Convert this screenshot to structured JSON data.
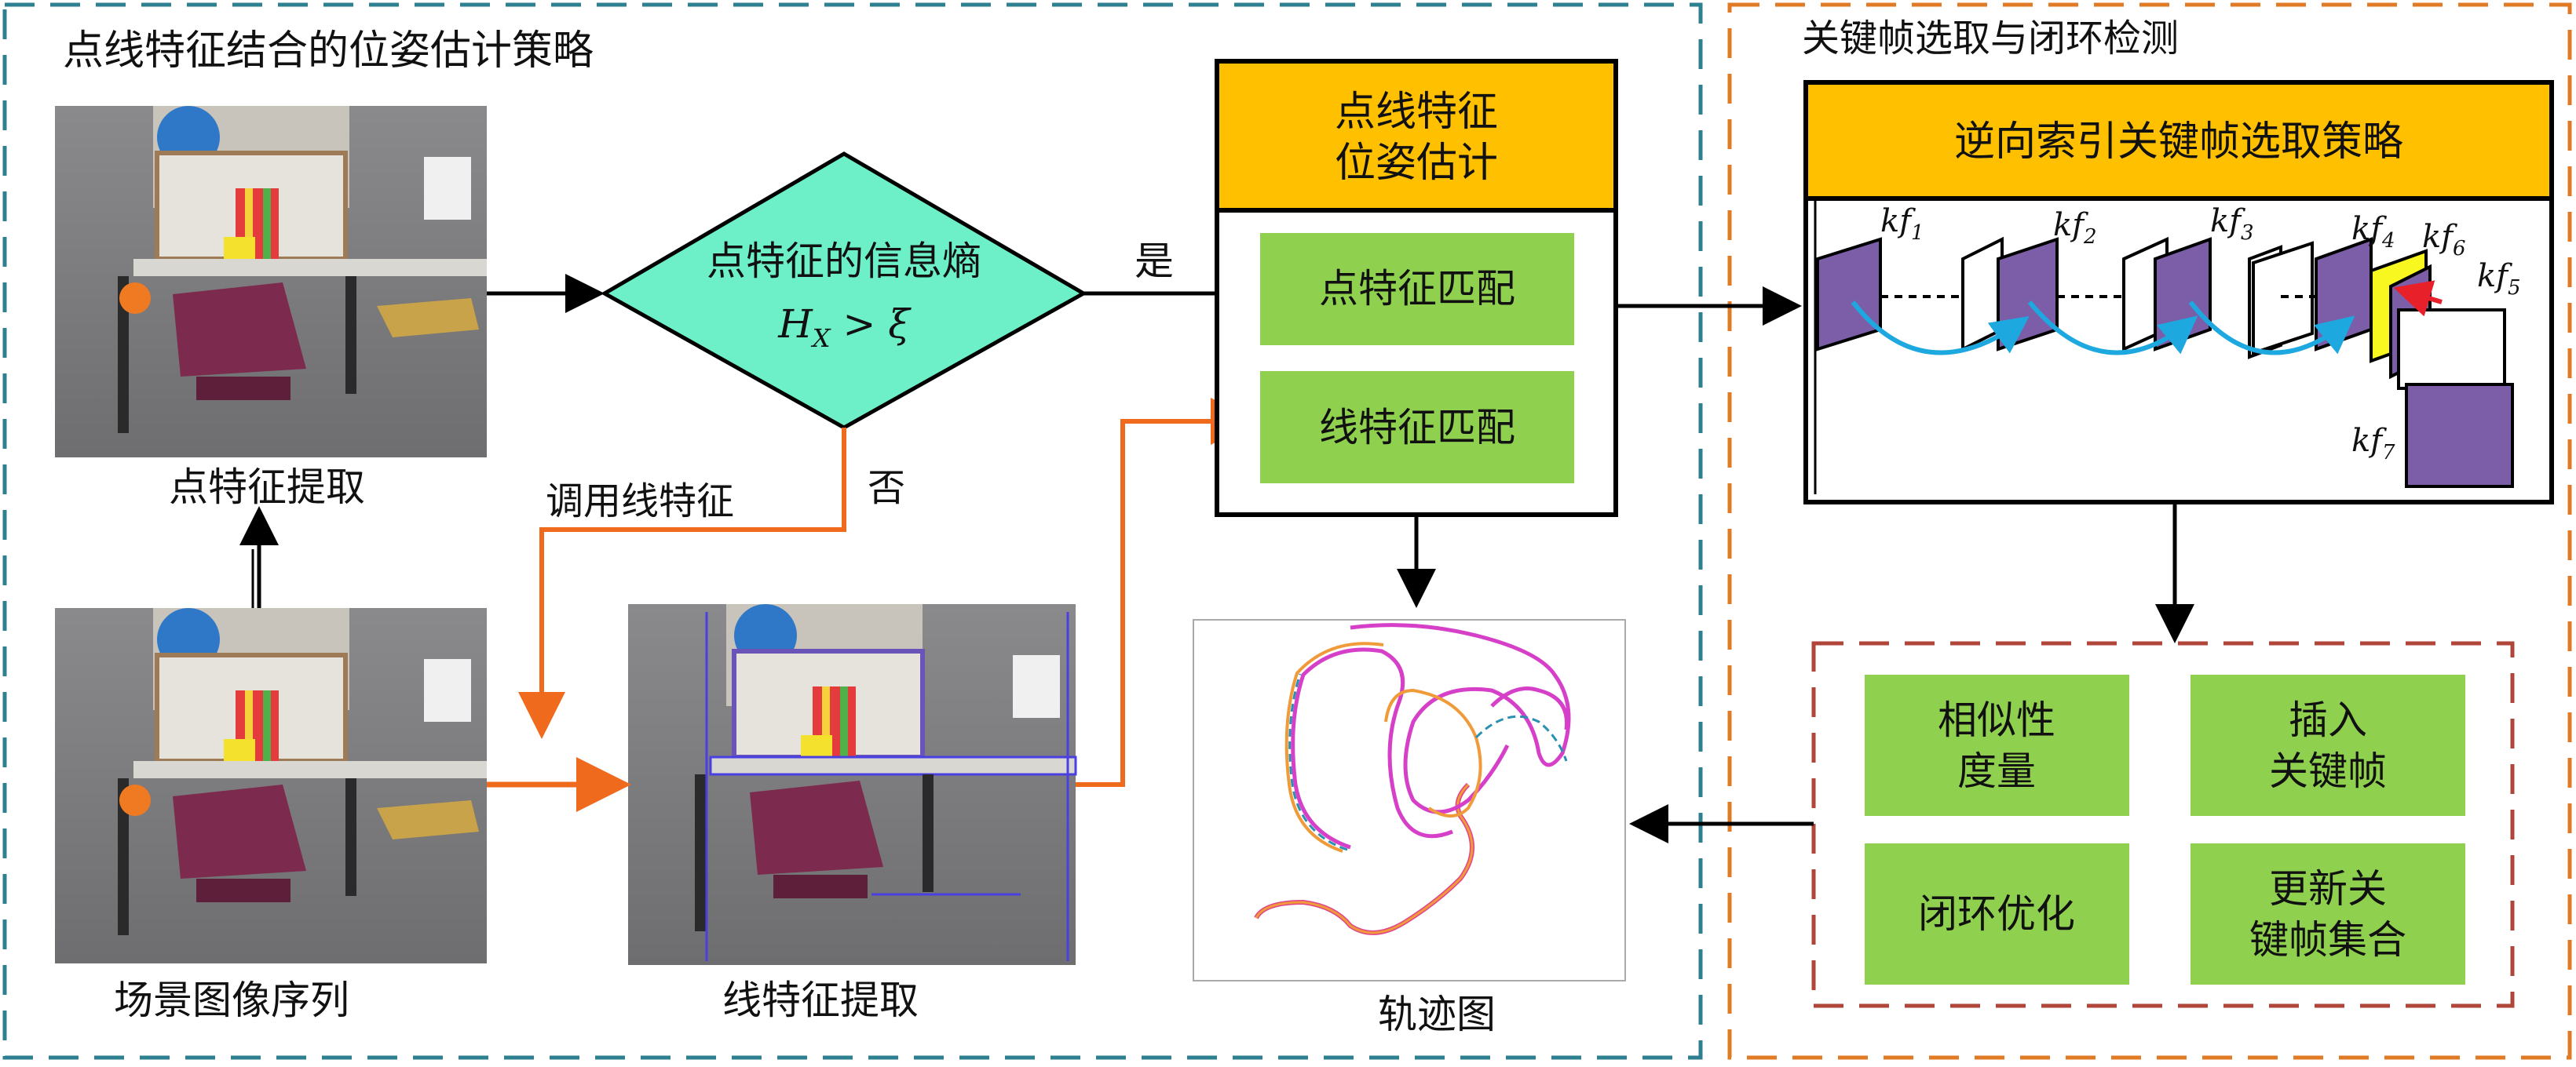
{
  "sections": {
    "left_title": "点线特征结合的位姿估计策略",
    "right_title": "关键帧选取与闭环检测"
  },
  "images": {
    "point_extraction": "点特征提取",
    "scene_sequence": "场景图像序列",
    "line_extraction": "线特征提取"
  },
  "decision": {
    "line1": "点特征的信息熵",
    "formula_H": "H",
    "formula_sub": "X",
    "formula_rest": " > ξ",
    "yes": "是",
    "no": "否",
    "call_line": "调用线特征"
  },
  "pose_box": {
    "title_line1": "点线特征",
    "title_line2": "位姿估计",
    "point_match": "点特征匹配",
    "line_match": "线特征匹配"
  },
  "keyframe": {
    "strategy_title": "逆向索引关键帧选取策略",
    "labels": [
      "kf1",
      "kf2",
      "kf3",
      "kf4",
      "kf6",
      "kf5",
      "kf7"
    ],
    "label_bases": [
      "kf",
      "kf",
      "kf",
      "kf",
      "kf",
      "kf",
      "kf"
    ],
    "label_subs": [
      "1",
      "2",
      "3",
      "4",
      "6",
      "5",
      "7"
    ]
  },
  "loop": {
    "similarity_l1": "相似性",
    "similarity_l2": "度量",
    "insert_l1": "插入",
    "insert_l2": "关键帧",
    "optimize": "闭环优化",
    "update_l1": "更新关",
    "update_l2": "键帧集合"
  },
  "trajectory": {
    "label": "轨迹图"
  },
  "colors": {
    "teal_dashed": "#2e7f8f",
    "orange_dashed": "#e07a24",
    "red_dashed": "#b0463a",
    "decision_fill": "#6df0c8",
    "yellow_header": "#ffc000",
    "green_box": "#8fd14f",
    "orange_arrow": "#f06a1e",
    "purple_frame": "#7b5ea7",
    "cyan_arc": "#1ea8e0"
  }
}
